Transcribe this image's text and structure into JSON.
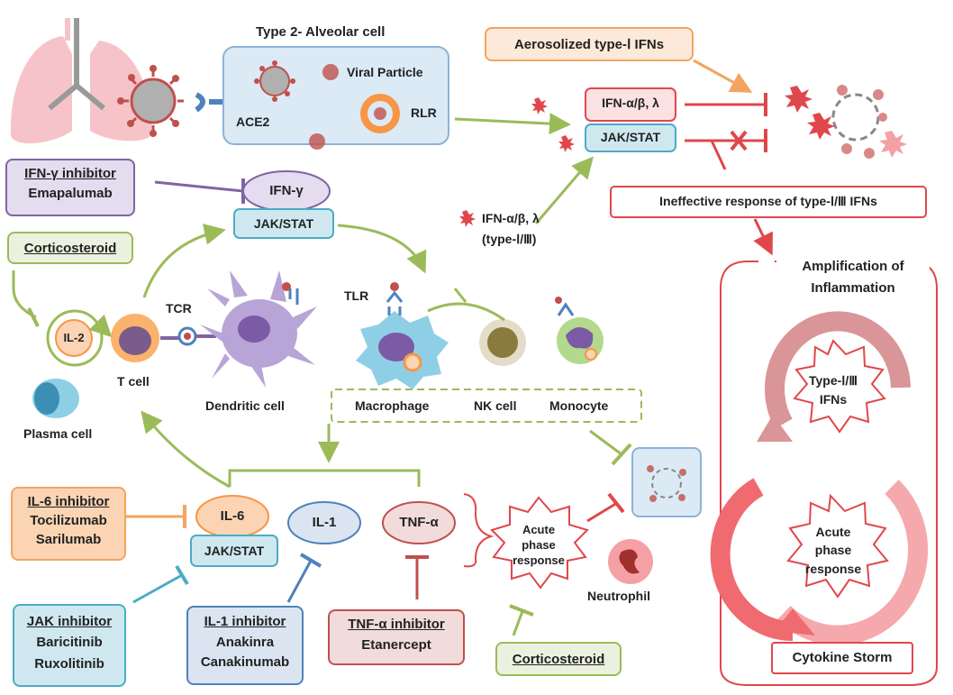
{
  "alveolar": {
    "title": "Type 2- Alveolar cell",
    "ace2": "ACE2",
    "viral_particle": "Viral Particle",
    "rlr": "RLR"
  },
  "aerosolized": "Aerosolized type-Ⅰ IFNs",
  "ifn_ab_lambda": "IFN-α/β, λ",
  "jakstat": "JAK/STAT",
  "ineffective": "Ineffective response of type-Ⅰ/Ⅲ IFNs",
  "ifn_gamma_inhibitor": {
    "title": "IFN-γ inhibitor",
    "drug": "Emapalumab"
  },
  "corticosteroid": "Corticosteroid",
  "ifn_gamma": "IFN-γ",
  "ifn_type": {
    "line1": "IFN-α/β, λ",
    "line2": "(type-Ⅰ/Ⅲ)"
  },
  "il2": "IL-2",
  "tcr": "TCR",
  "tlr": "TLR",
  "t_cell": "T cell",
  "dendritic_cell": "Dendritic cell",
  "plasma_cell": "Plasma cell",
  "macrophage": "Macrophage",
  "nk_cell": "NK cell",
  "monocyte": "Monocyte",
  "amplification": {
    "line1": "Amplification of",
    "line2": "Inflammation"
  },
  "type_ifns": {
    "line1": "Type-Ⅰ/Ⅲ",
    "line2": "IFNs"
  },
  "acute_phase": {
    "line1": "Acute",
    "line2": "phase",
    "line3": "response"
  },
  "cytokine_storm": "Cytokine Storm",
  "il6_inhibitor": {
    "title": "IL-6 inhibitor",
    "drug1": "Tocilizumab",
    "drug2": "Sarilumab"
  },
  "il6": "IL-6",
  "il1": "IL-1",
  "tnf": "TNF-α",
  "jak_inhibitor": {
    "title": "JAK inhibitor",
    "drug1": "Baricitinib",
    "drug2": "Ruxolitinib"
  },
  "il1_inhibitor": {
    "title": "IL-1 inhibitor",
    "drug1": "Anakinra",
    "drug2": "Canakinumab"
  },
  "tnf_inhibitor": {
    "title": "TNF-α inhibitor",
    "drug": "Etanercept"
  },
  "neutrophil": "Neutrophil",
  "colors": {
    "green": "#9bbb59",
    "red": "#e0474c",
    "orange": "#f4a460",
    "purple": "#8064a2",
    "blue": "#4f81bd",
    "teal": "#4bacc6"
  }
}
